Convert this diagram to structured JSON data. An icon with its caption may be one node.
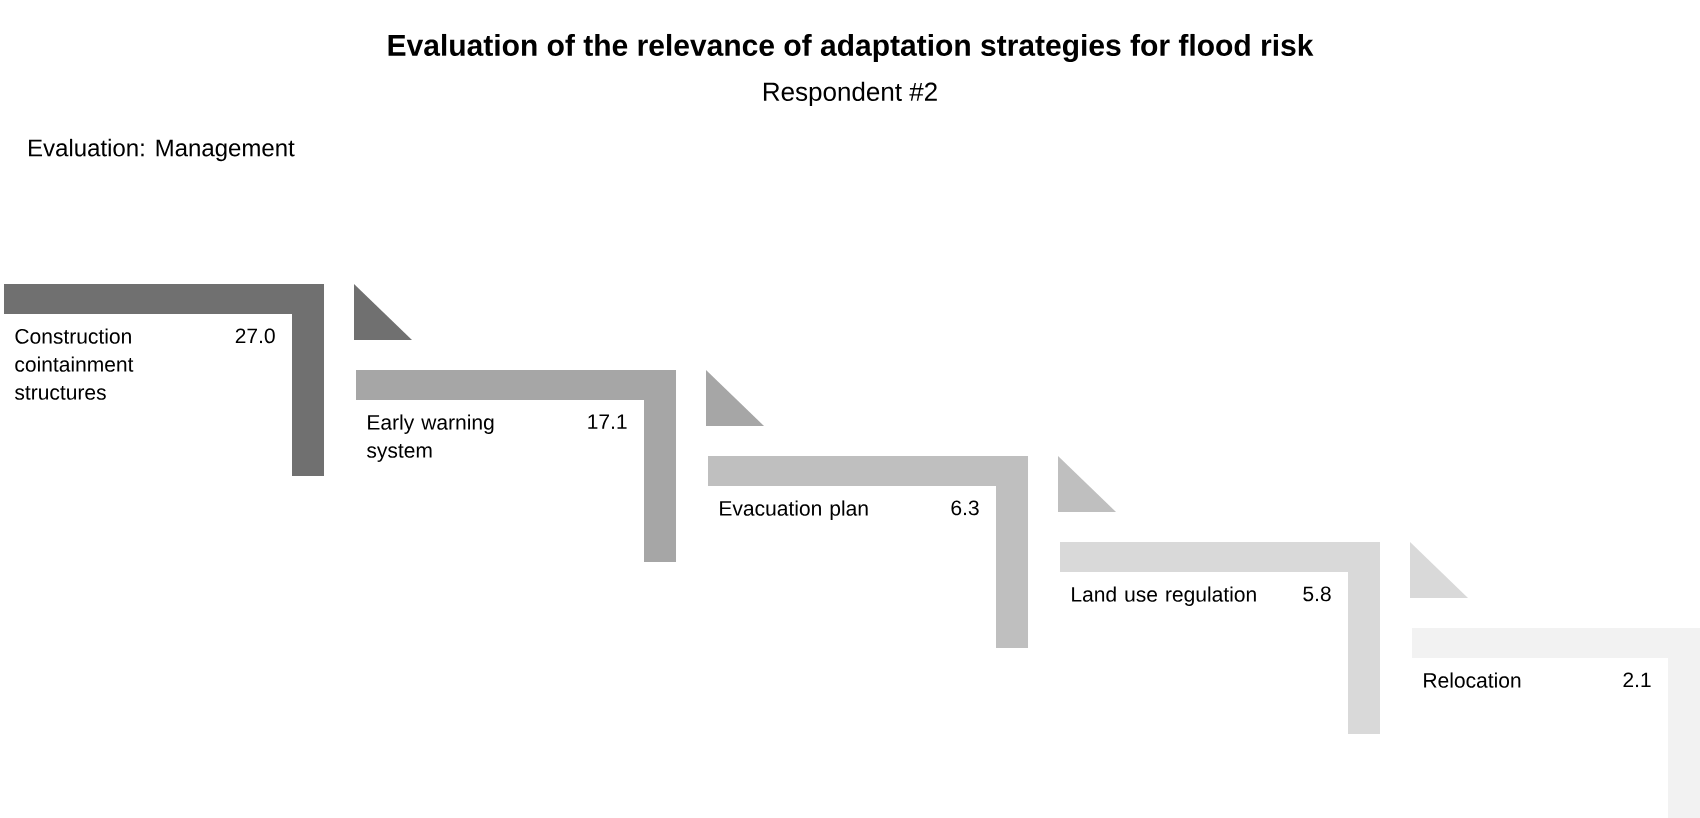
{
  "diagram": {
    "title": "Evaluation of the relevance of adaptation strategies for flood risk",
    "nodes": [
      {
        "text": [
          "Construction cointainment structures",
          "27.0"
        ]
      },
      {
        "text": [
          "Early warning system",
          "17.1"
        ]
      },
      {
        "text": [
          "Evacuation plan",
          "6.3"
        ]
      },
      {
        "text": [
          "Land use regulation",
          "5.8"
        ]
      },
      {
        "text": [
          "Relocation",
          "2.1"
        ]
      }
    ],
    "labels": [
      "Respondent #2",
      "Evaluation: Management"
    ]
  }
}
